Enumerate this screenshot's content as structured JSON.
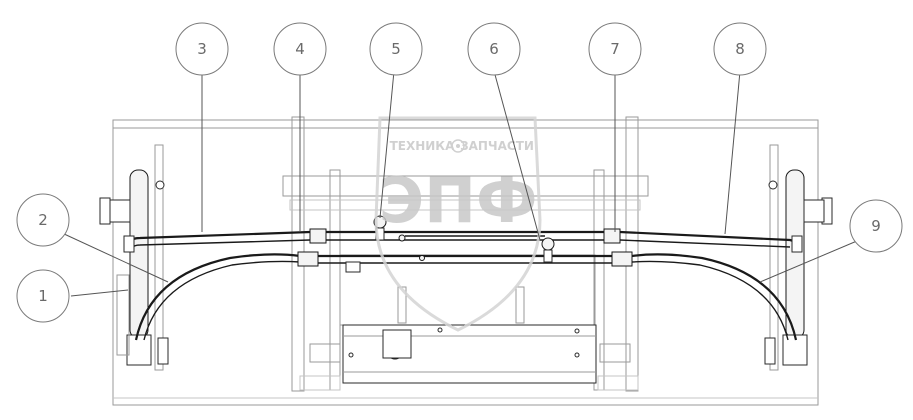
{
  "watermark": {
    "line1_left": "ТЕХНИКА",
    "line1_right": "ЗАПЧАСТИ",
    "logo": "ЭПФ",
    "emblem": "gear-icon"
  },
  "callouts": [
    {
      "label": "1"
    },
    {
      "label": "2"
    },
    {
      "label": "3"
    },
    {
      "label": "4"
    },
    {
      "label": "5"
    },
    {
      "label": "6"
    },
    {
      "label": "7"
    },
    {
      "label": "8"
    },
    {
      "label": "9"
    }
  ],
  "colors": {
    "line": "#1a1a1a",
    "frame": "#9a9a9a",
    "watermark": "#c8c8c8"
  }
}
